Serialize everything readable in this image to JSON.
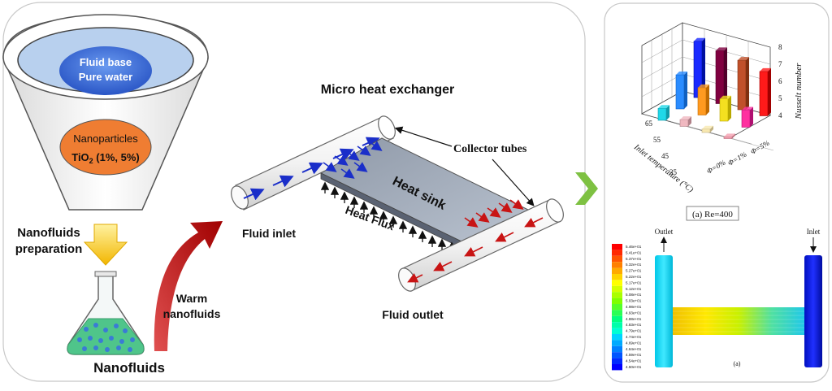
{
  "funnel": {
    "fluid_base": "Fluid base",
    "pure_water": "Pure water",
    "nanoparticles": "Nanoparticles",
    "tio2_prefix": "TiO",
    "tio2_sub": "2",
    "tio2_suffix": " (1%,  5%)"
  },
  "left_labels": {
    "prep_line1": "Nanofluids",
    "prep_line2": "preparation",
    "nanofluids": "Nanofluids",
    "warm_line1": "Warm",
    "warm_line2": "nanofluids"
  },
  "exchanger": {
    "title": "Micro heat exchanger",
    "collector_tubes": "Collector tubes",
    "heat_sink": "Heat sink",
    "heat_flux": "Heat Flux",
    "fluid_inlet": "Fluid inlet",
    "fluid_outlet": "Fluid outlet"
  },
  "chart_data": {
    "type": "bar3d",
    "caption": "(a) Re=400",
    "zlabel": "Nusselt number",
    "xlabel": "Inlet temperature (°C)",
    "z_ticks": [
      "4",
      "5",
      "6",
      "7",
      "8"
    ],
    "x_ticks": [
      "35",
      "45",
      "55",
      "65"
    ],
    "series_labels": [
      "Φ=0%",
      "Φ=1%",
      "Φ=5%"
    ],
    "categories": [
      "35",
      "45",
      "55",
      "65"
    ],
    "series": [
      {
        "name": "Φ=0%",
        "values": [
          4.7,
          4.4,
          4.2,
          4.1
        ]
      },
      {
        "name": "Φ=1%",
        "values": [
          6.0,
          5.6,
          5.3,
          5.0
        ]
      },
      {
        "name": "Φ=5%",
        "values": [
          7.3,
          7.1,
          6.9,
          6.6
        ]
      }
    ],
    "zlim": [
      4,
      8
    ]
  },
  "contour": {
    "outlet": "Outlet",
    "inlet": "Inlet",
    "caption": "(a)",
    "legend_labels": [
      "5.46e+01",
      "5.41e+01",
      "5.37e+01",
      "5.32e+01",
      "5.27e+01",
      "5.22e+01",
      "5.17e+01",
      "5.12e+01",
      "5.08e+01",
      "5.03e+01",
      "4.98e+01",
      "4.93e+01",
      "4.88e+01",
      "4.83e+01",
      "4.79e+01",
      "4.74e+01",
      "4.69e+01",
      "4.64e+01",
      "4.59e+01",
      "4.54e+01",
      "4.50e+01"
    ],
    "legend_colors": [
      "#ff0000",
      "#ff2a00",
      "#ff5500",
      "#ff8000",
      "#ffaa00",
      "#ffd400",
      "#ffff00",
      "#d4ff00",
      "#aaff00",
      "#80ff00",
      "#55ff2a",
      "#2aff55",
      "#00ff80",
      "#00ffaa",
      "#00ffd4",
      "#00d4ff",
      "#00aaff",
      "#0080ff",
      "#0055ff",
      "#002aff",
      "#0000ff"
    ]
  },
  "colors": {
    "accent_green": "#7ec142",
    "arrow_red": "#b01414",
    "arrow_blue": "#1a2ec9",
    "funnel_blue": "#3a6fd8",
    "nano_orange": "#ef7d32"
  }
}
